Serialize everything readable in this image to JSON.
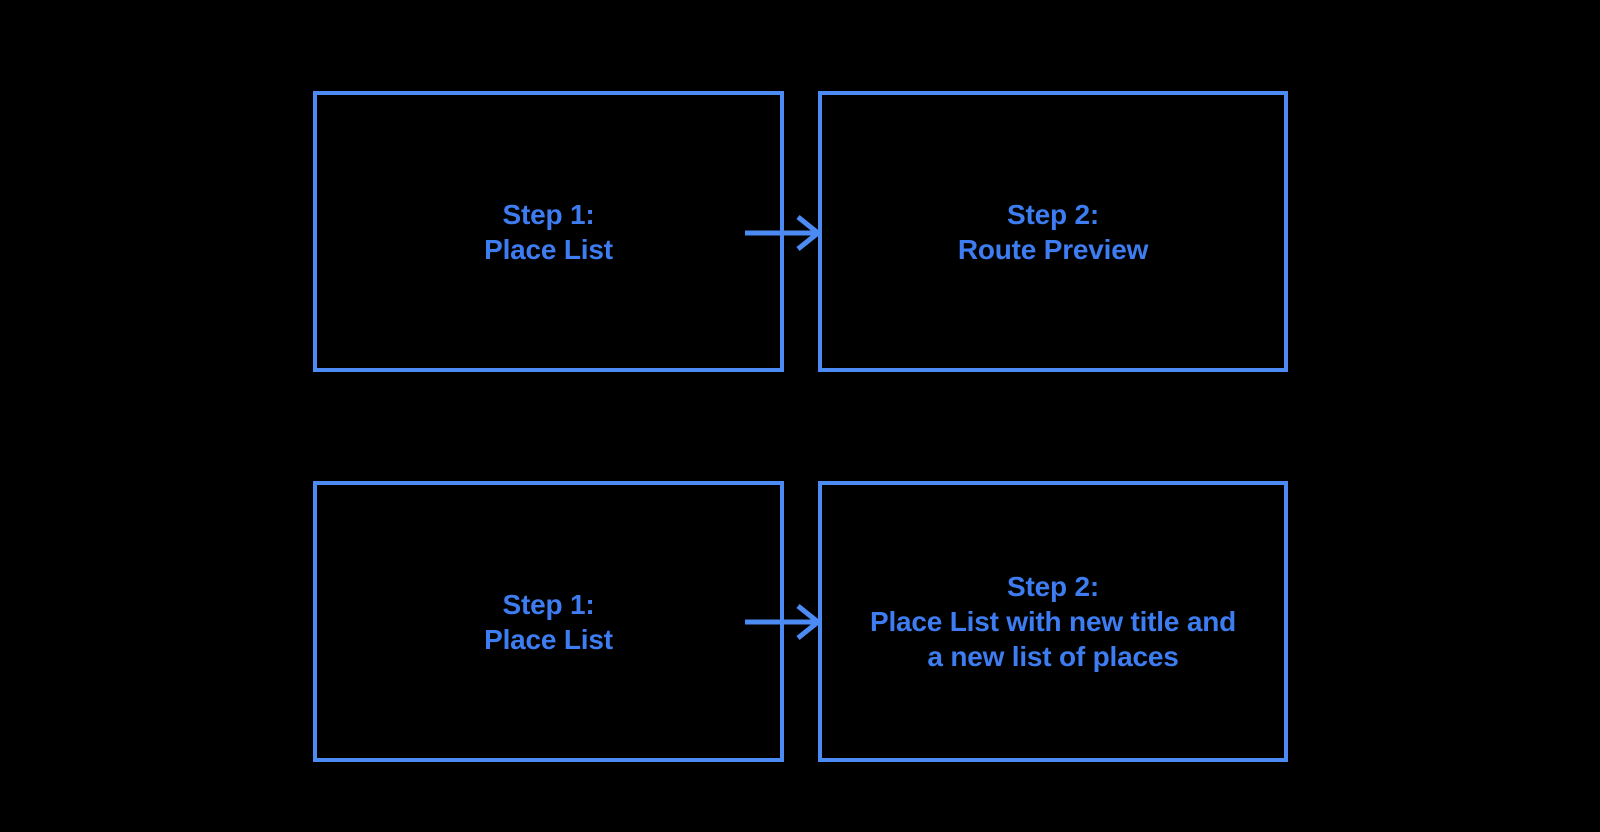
{
  "theme": {
    "background": "#000000",
    "accent": "#4C8BF4",
    "text": "#3E7DF1"
  },
  "diagram": {
    "type": "flowchart",
    "connector": "arrow-right",
    "rows": [
      {
        "from": {
          "lines": [
            "Step 1:",
            "Place List"
          ]
        },
        "to": {
          "lines": [
            "Step 2:",
            "Route Preview"
          ]
        }
      },
      {
        "from": {
          "lines": [
            "Step 1:",
            "Place List"
          ]
        },
        "to": {
          "lines": [
            "Step 2:",
            "Place List with new title and",
            "a new list of places"
          ]
        }
      }
    ]
  }
}
